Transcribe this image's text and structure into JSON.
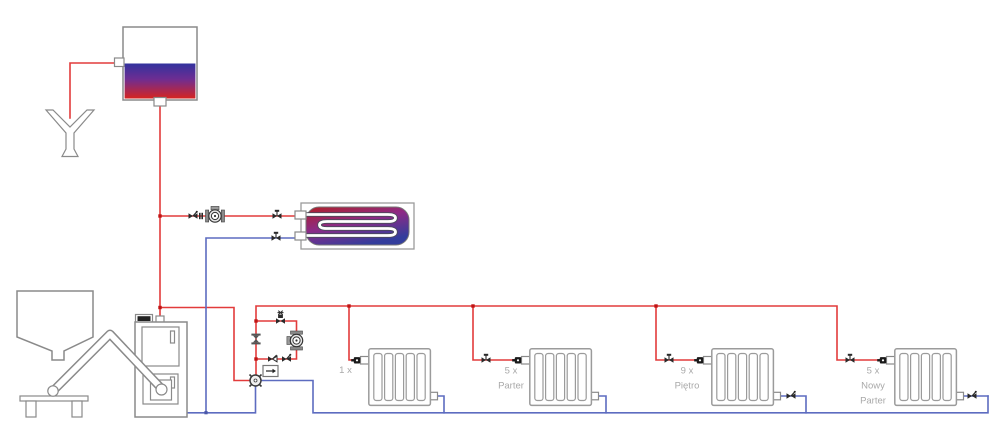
{
  "diagram": {
    "type": "central-heating-installation-schematic",
    "language": "pl",
    "colors": {
      "supply_pipe": "#e23b3b",
      "return_pipe": "#5d6cc0",
      "equipment_outline": "#8a8a8a",
      "radiator_outline": "#9b9b9b",
      "label_text": "#a9a9a9",
      "junction_dot": "#c01414",
      "expansion_tank_gradient": [
        "#32329e",
        "#6e2d92",
        "#d62420"
      ],
      "dhw_tank_gradient": [
        "#b01f27",
        "#8c2b86",
        "#333d9c"
      ]
    },
    "components": {
      "expansion_tank": "open-expansion-tank",
      "overflow_funnel": "overflow-funnel",
      "dhw_tank": "hot-water-cylinder-with-coil",
      "dhw_pump": "dhw-loading-pump",
      "boiler": "solid-fuel-boiler",
      "fuel_hopper": "fuel-storage-hopper",
      "auger": "screw-feeder",
      "heating_pump": "heating-circulation-pump",
      "mixing_valve": "four-way-mixing-valve-with-actuator",
      "radiators": "panel-radiators"
    },
    "radiator_groups": [
      {
        "id": "group-1",
        "lines": [
          "1 x"
        ]
      },
      {
        "id": "group-2",
        "lines": [
          "5 x",
          "Parter"
        ]
      },
      {
        "id": "group-3",
        "lines": [
          "9 x",
          "Piętro"
        ]
      },
      {
        "id": "group-4",
        "lines": [
          "5 x",
          "Nowy",
          "Parter"
        ]
      }
    ]
  }
}
